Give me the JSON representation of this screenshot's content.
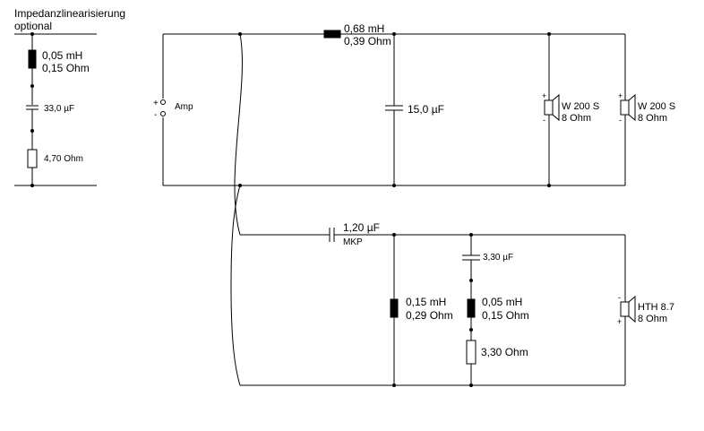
{
  "optional": {
    "title_line1": "Impedanzlinearisierung",
    "title_line2": "optional",
    "inductor_value": "0,05 mH",
    "inductor_resistance": "0,15 Ohm",
    "capacitor": "33,0 µF",
    "resistor": "4,70 Ohm"
  },
  "amp": {
    "label": "Amp",
    "plus": "+",
    "minus": "-"
  },
  "woofer": {
    "series_inductor_value": "0,68 mH",
    "series_inductor_resistance": "0,39 Ohm",
    "shunt_capacitor": "15,0 µF",
    "speaker1_name": "W 200 S",
    "speaker1_impedance": "8 Ohm",
    "speaker2_name": "W 200 S",
    "speaker2_impedance": "8 Ohm",
    "plus": "+",
    "minus": "-"
  },
  "tweeter": {
    "series_capacitor": "1,20 µF",
    "series_capacitor_type": "MKP",
    "shunt_inductor_value": "0,15 mH",
    "shunt_inductor_resistance": "0,29 Ohm",
    "rc_capacitor": "3,30 µF",
    "rc_inductor_value": "0,05 mH",
    "rc_inductor_resistance": "0,15 Ohm",
    "rc_resistor": "3,30 Ohm",
    "speaker_name": "HTH 8.7",
    "speaker_impedance": "8 Ohm",
    "plus": "+",
    "minus": "-"
  }
}
